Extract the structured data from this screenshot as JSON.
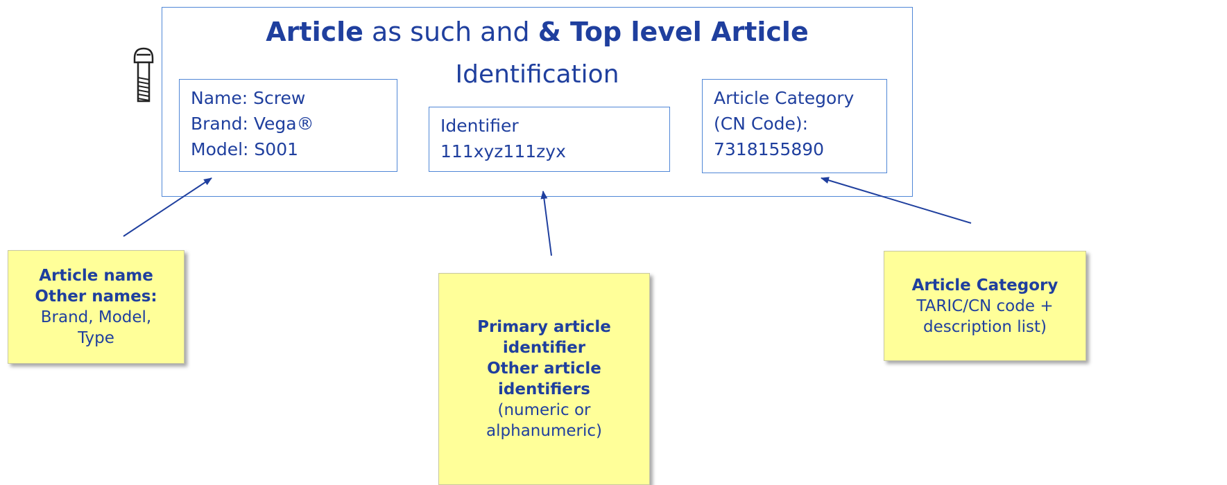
{
  "header": {
    "title_part1": "Article",
    "title_part2": " as such and ",
    "title_part3": "& Top level Article",
    "subtitle": "Identification"
  },
  "fields": {
    "name_line": "Name: Screw",
    "brand_line": "Brand: Vega®",
    "model_line": "Model: S001",
    "identifier_label": "Identifier",
    "identifier_value": "111xyz111zyx",
    "category_line1": "Article Category",
    "category_line2": "(CN Code):",
    "category_value": "7318155890"
  },
  "notes": {
    "name_note": {
      "bold1": "Article name",
      "bold2": "Other names:",
      "text1": "Brand, Model,",
      "text2": "Type"
    },
    "identifier_note": {
      "bold1": "Primary article",
      "bold2": "identifier",
      "bold3": "Other article",
      "bold4": "identifiers",
      "text1": "(numeric or",
      "text2": "alphanumeric)"
    },
    "category_note": {
      "bold1": "Article Category",
      "text1": "TARIC/CN code +",
      "text2": "description list)"
    }
  },
  "colors": {
    "text": "#1f3f9e",
    "box_border": "#4f86d6",
    "note_fill": "#ffff99",
    "arrow": "#1f3f9e"
  },
  "icons": [
    "screw-icon"
  ]
}
